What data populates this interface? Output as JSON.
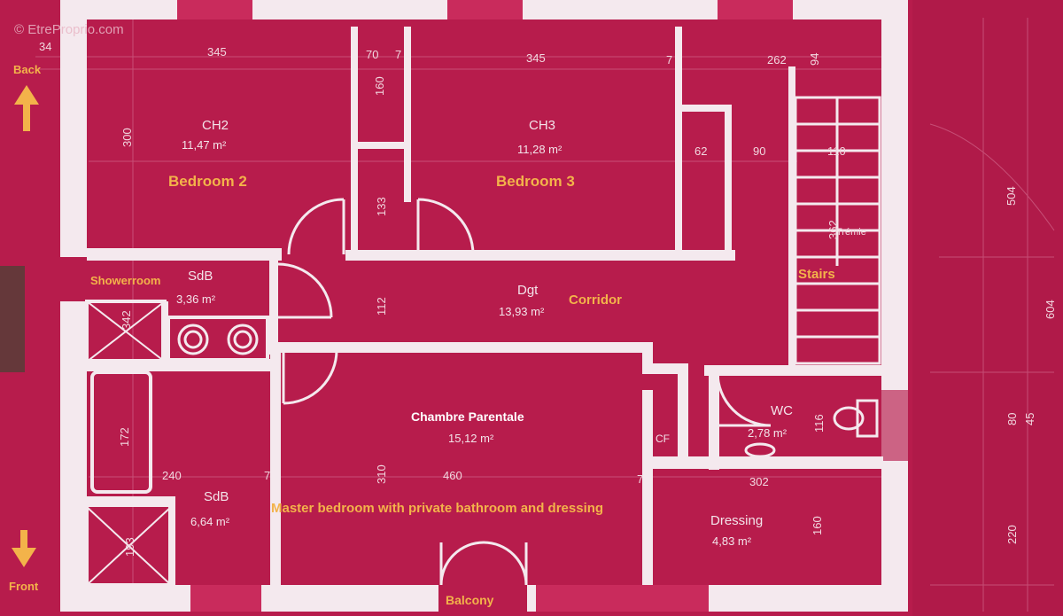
{
  "watermark": "© EtreProprio.com",
  "orientation": {
    "back": "Back",
    "front": "Front"
  },
  "rooms": {
    "ch2": {
      "name": "CH2",
      "area": "11,47 m²",
      "label": "Bedroom 2"
    },
    "ch3": {
      "name": "CH3",
      "area": "11,28 m²",
      "label": "Bedroom 3"
    },
    "sdb1": {
      "name": "SdB",
      "area": "3,36 m²",
      "label": "Showerroom"
    },
    "dgt": {
      "name": "Dgt",
      "area": "13,93 m²",
      "label": "Corridor"
    },
    "stairs": {
      "label": "Stairs",
      "tremie": "Trémie"
    },
    "parent": {
      "area": "15,12 m²",
      "label": "Chambre Parentale"
    },
    "wc": {
      "name": "WC",
      "area": "2,78 m²"
    },
    "cf": {
      "name": "CF"
    },
    "sdb2": {
      "name": "SdB",
      "area": "6,64 m²"
    },
    "dressing": {
      "name": "Dressing",
      "area": "4,83 m²"
    }
  },
  "annotations": {
    "master": "Master bedroom with private bathroom and dressing",
    "balcony": "Balcony"
  },
  "dimensions": {
    "d34": "34",
    "d345a": "345",
    "d70": "70",
    "d7a": "7",
    "d345b": "345",
    "d7b": "7",
    "d262": "262",
    "d94": "94",
    "d300": "300",
    "d160": "160",
    "d62": "62",
    "d90": "90",
    "d110": "110",
    "d504": "504",
    "d604": "604",
    "d133": "133",
    "d362": "362",
    "d112": "112",
    "d342": "342",
    "d172": "172",
    "d310": "310",
    "d460": "460",
    "d240": "240",
    "d7c": "7",
    "d7d": "7",
    "d302": "302",
    "d116": "116",
    "d80": "80",
    "d45": "45",
    "d220": "220",
    "d160b": "160",
    "d193": "193"
  }
}
